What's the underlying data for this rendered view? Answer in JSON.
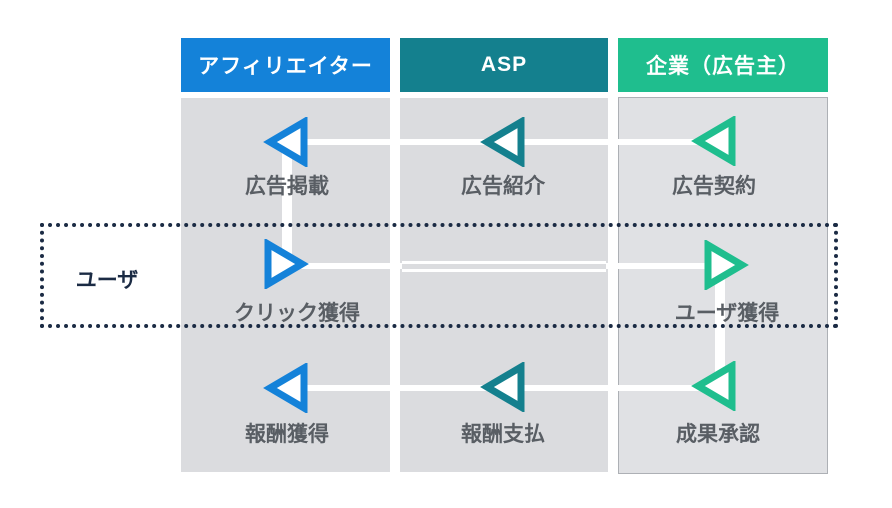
{
  "diagram_title": "affiliate-marketing-flow",
  "headers": {
    "affiliate": "アフィリエイター",
    "asp": "ASP",
    "advertiser": "企業（広告主）"
  },
  "user_lane": {
    "label": "ユーザ"
  },
  "steps": {
    "ad_posting": "広告掲載",
    "ad_introduction": "広告紹介",
    "ad_contract": "広告契約",
    "click_acquisition": "クリック獲得",
    "user_acquisition": "ユーザ獲得",
    "reward_receipt": "報酬獲得",
    "reward_payment": "報酬支払",
    "result_approval": "成果承認"
  },
  "colors": {
    "affiliate_blue": "#1482D9",
    "asp_teal": "#14808E",
    "advertiser_green": "#1FBE8E",
    "panel_grey": "#DBDCDF",
    "advertiser_panel_grey": "#E0E1E4",
    "flow_line": "#FFFFFF",
    "step_label_text": "#595E64",
    "user_lane_navy": "#1B2B44"
  }
}
